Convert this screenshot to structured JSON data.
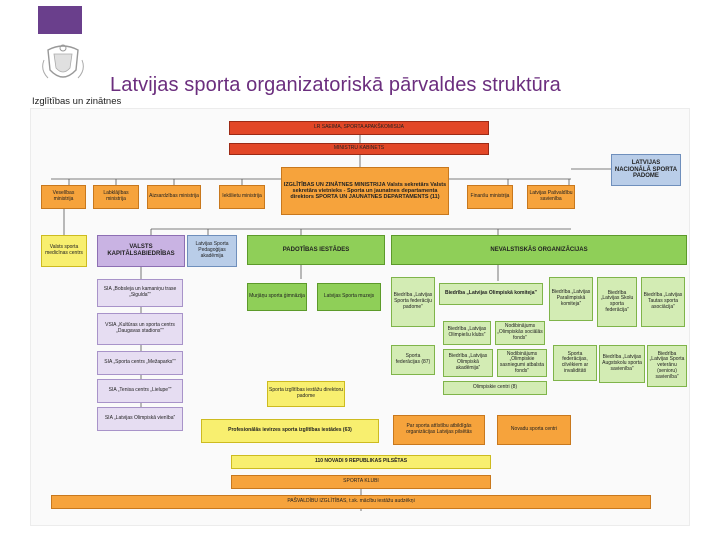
{
  "logo": {
    "text": "Izglītības un zinātnes"
  },
  "page": {
    "title": "Latvijas sporta organizatoriskā pārvaldes struktūra"
  },
  "colors": {
    "title": "#6b2e7e",
    "red": "#e24727",
    "orange": "#f6a33c",
    "yellow": "#f8ef6f",
    "purple": "#c9b3e3",
    "green": "#8fcf58",
    "blue": "#b9cde8"
  },
  "boxes": {
    "saeima": "LR SAEIMA, SPORTA APAKŠKOMISIJA",
    "ministru_kabinets": "MINISTRU KABINETS",
    "lnsp": "LATVIJAS NACIONĀLĀ SPORTA PADOME",
    "veseliba": "Veselības ministrija",
    "labklajiba": "Labklājības ministrija",
    "aizsardziba": "Aizsardzības ministrija",
    "iekslietu": "Iekšlietu ministrija",
    "izm": "IZGLĪTĪBAS UN ZINĀTNES MINISTRIJA Valsts sekretārs Valsts sekretāra vietnieks - Sporta un jaunatnes departamenta direktors SPORTA UN JAUNATNES DEPARTAMENTS (11)",
    "finansu": "Finanšu ministrija",
    "latvijas_pasvaldibu": "Latvijas Pašvaldību savienība",
    "valsts_sporta_med": "Valsts sporta medicīnas centrs",
    "vkb": "VALSTS KAPITĀLSABIEDRĪBAS",
    "lspa": "Latvijas Sporta Pedagoģijas akadēmija",
    "padotibas": "PADOTĪBAS IESTĀDES",
    "nvo": "NEVALSTISKĀS ORGANIZĀCIJAS",
    "sigulda": "SIA „Bobsleja un kamaniņu trase „Sigulda””",
    "daugavas": "VSIA „Kultūras un sporta centrs „Daugavas stadions””",
    "mezaparks": "SIA „Sporta centrs „Mežaparks””",
    "lielupe": "SIA „Tenisa centrs „Lielupe””",
    "olimpiska_vienba": "SIA „Latvijas Olimpiskā vienība”",
    "murjani": "Murjāņu sporta ģimnāzija",
    "muzejs": "Latvijas Sporta muzejs",
    "lsfp": "Biedrība „Latvijas Sporta federāciju padome”",
    "lok": "Biedrība „Latvijas Olimpiskā komiteja”",
    "paralimpiska": "Biedrība „Latvijas Paralimpiskā komiteja”",
    "skolu_sports": "Biedrība „Latvijas Skolu sporta federācija”",
    "tautas_sports": "Biedrība „Latvijas Tautas sporta asociācija”",
    "olimpiesu_klubs": "Biedrība „Latvijas Olimpiešu klubs”",
    "neolimpiska": "Nodibinājums „Olimpiskās sociālās fonds”",
    "federacijas": "Sporta federācijas (87)",
    "lok_akademija": "Biedrība „Latvijas Olimpiskā akadēmija”",
    "olimpiskie_centri_org": "Nodibinājums „Olimpiskie sasniegumi atbalsta fonds”",
    "invalidu": "Sporta federācijas, cilvēkiem ar invaliditāti",
    "augstskolu": "Biedrība „Latvijas Augstskolu sporta savienība”",
    "veterani": "Biedrība „Latvijas Sporta veterānu (senioru) savienība”",
    "olimpiskie_centri": "Olimpiskie centri (8)",
    "izglitibas_padome": "Sporta izglītības iestāžu direktoru padome",
    "profesionalas": "Profesionālās ievirzes sporta izglītības iestādes (63)",
    "par_sporta": "Par sporta attīstību atbildīgās organizācijas Latvijas pilsētās",
    "novadu": "Novadu sporta centri",
    "novadi": "110 NOVADI 9 REPUBLIKAS PILSĒTAS",
    "klubi": "SPORTA KLUBI",
    "pasvaldibu": "PAŠVALDĪBU IZGLĪTĪBAS, t.sk. mācību iestāžu audzēkņi"
  }
}
